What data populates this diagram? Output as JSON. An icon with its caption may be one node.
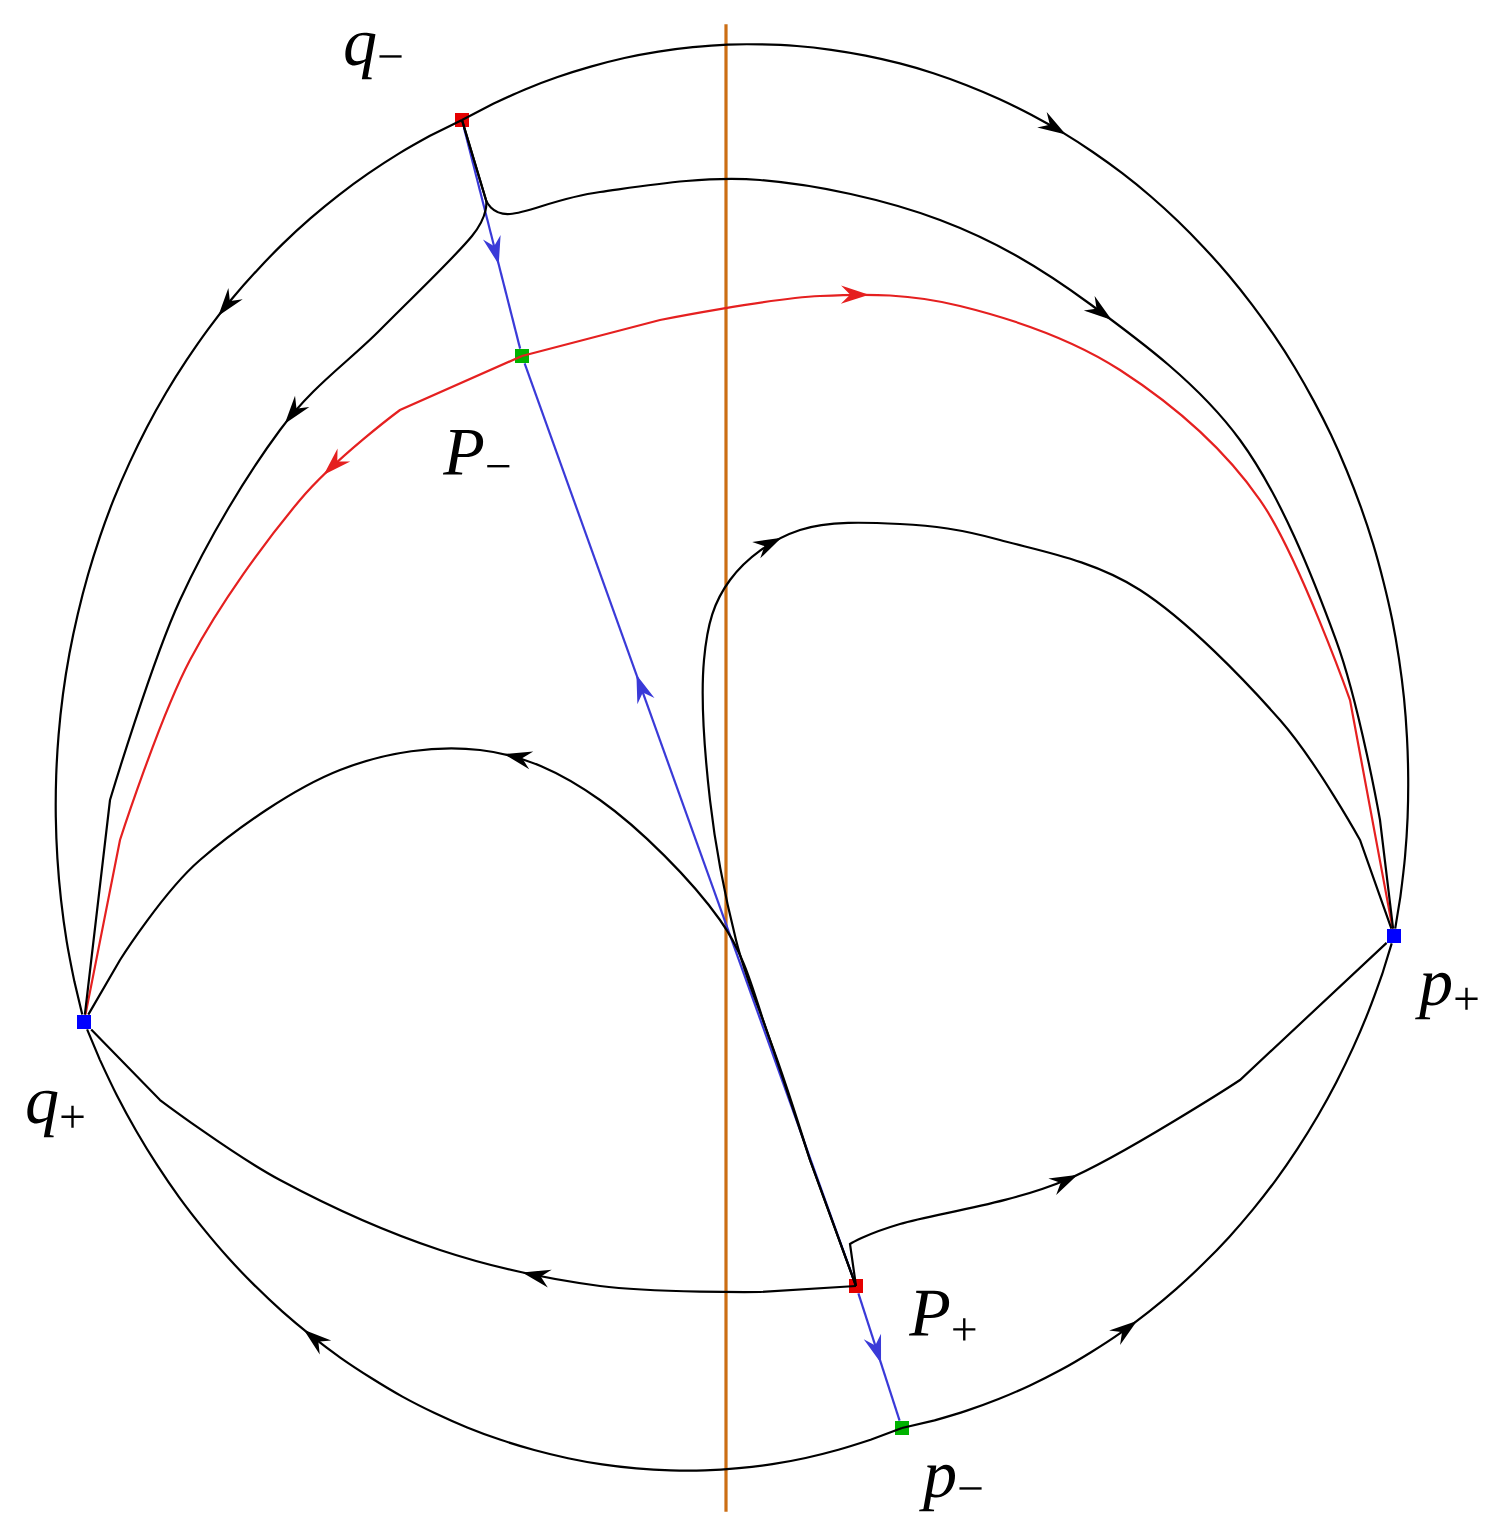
{
  "diagram": {
    "nodes": [
      {
        "text": [],
        "shape": "box",
        "beside": [
          "*q*$_{−}$"
        ]
      },
      {
        "text": [],
        "shape": "box",
        "beside": [
          "*P*$_{−}$"
        ]
      },
      {
        "text": [],
        "shape": "box",
        "beside": [
          "*q*$_{+}$"
        ]
      },
      {
        "text": [],
        "shape": "box",
        "beside": [
          "*p*$_{+}$"
        ]
      },
      {
        "text": [],
        "shape": "box",
        "beside": [
          "*P*$_{+}$"
        ]
      },
      {
        "text": [],
        "shape": "box",
        "beside": [
          "*p*$_{−}$"
        ]
      }
    ],
    "edges": [
      {
        "from": 0,
        "to": 3,
        "arrow": "to"
      },
      {
        "from": 0,
        "to": 2,
        "arrow": "to"
      },
      {
        "from": 5,
        "to": 3,
        "arrow": "to"
      },
      {
        "from": 5,
        "to": 2,
        "arrow": "to"
      },
      {
        "from": 0,
        "to": 1,
        "arrow": "to",
        "color": "#3a3ad8"
      },
      {
        "from": 4,
        "to": 1,
        "arrow": "to",
        "color": "#3a3ad8"
      },
      {
        "from": 4,
        "to": 5,
        "arrow": "to",
        "color": "#3a3ad8"
      },
      {
        "from": 1,
        "to": 3,
        "arrow": "to",
        "color": "#e52020"
      },
      {
        "from": 1,
        "to": 2,
        "arrow": "to",
        "color": "#e52020"
      },
      {
        "from": 0,
        "to": 3,
        "arrow": "to"
      },
      {
        "from": 0,
        "to": 2,
        "arrow": "to"
      },
      {
        "from": 4,
        "to": 3,
        "arrow": "to"
      },
      {
        "from": 4,
        "to": 2,
        "arrow": "to"
      },
      {
        "from": 4,
        "to": 3,
        "arrow": "to"
      },
      {
        "from": 4,
        "to": 2,
        "arrow": "to"
      }
    ]
  }
}
